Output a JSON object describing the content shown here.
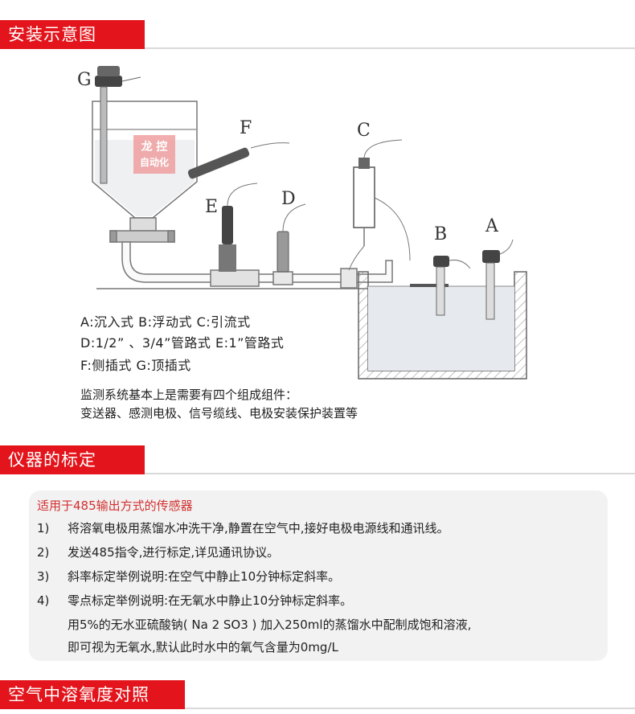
{
  "sections": {
    "install": "安装示意图",
    "calibration": "仪器的标定",
    "air_comparison": "空气中溶氧度对照"
  },
  "diagram": {
    "labels": {
      "A": "A",
      "B": "B",
      "C": "C",
      "D": "D",
      "E": "E",
      "F": "F",
      "G": "G"
    },
    "watermark": {
      "line1": "龙 控",
      "line2": "自动化"
    },
    "legend": [
      "A:沉入式      B:浮动式     C:引流式",
      "D:1/2”  、3/4”管路式  E:1”管路式",
      "F:侧插式    G:顶插式"
    ],
    "note": [
      "监测系统基本上是需要有四个组成组件：",
      "变送器、感测电极、信号缆线、电极安装保护装置等"
    ]
  },
  "calibration": {
    "title": "适用于485输出方式的传感器",
    "steps": [
      {
        "num": "1)",
        "text": "将溶氧电极用蒸馏水冲洗干净,静置在空气中,接好电极电源线和通讯线。"
      },
      {
        "num": "2)",
        "text": "发送485指令,进行标定,详见通讯协议。"
      },
      {
        "num": "3)",
        "text": "斜率标定举例说明:在空气中静止10分钟标定斜率。"
      },
      {
        "num": "4)",
        "text": "零点标定举例说明:在无氧水中静止10分钟标定斜率。"
      }
    ],
    "continuation": [
      "用5%的无水亚硫酸钠( Na 2 SO3 ) 加入250ml的蒸馏水中配制成饱和溶液,",
      "即可视为无氧水,默认此时水中的氧气含量为0mg/L"
    ]
  }
}
